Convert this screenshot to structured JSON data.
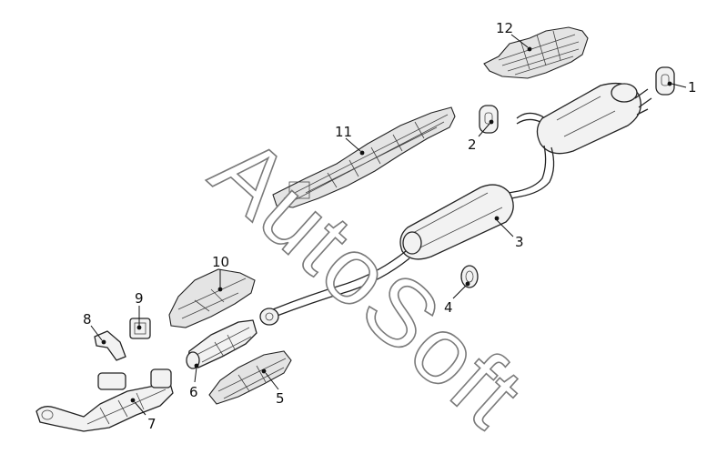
{
  "diagram": {
    "callouts": [
      {
        "number": "1"
      },
      {
        "number": "2"
      },
      {
        "number": "3"
      },
      {
        "number": "4"
      },
      {
        "number": "5"
      },
      {
        "number": "6"
      },
      {
        "number": "7"
      },
      {
        "number": "8"
      },
      {
        "number": "9"
      },
      {
        "number": "10"
      },
      {
        "number": "11"
      },
      {
        "number": "12"
      }
    ],
    "watermark": "AutoSoft"
  }
}
